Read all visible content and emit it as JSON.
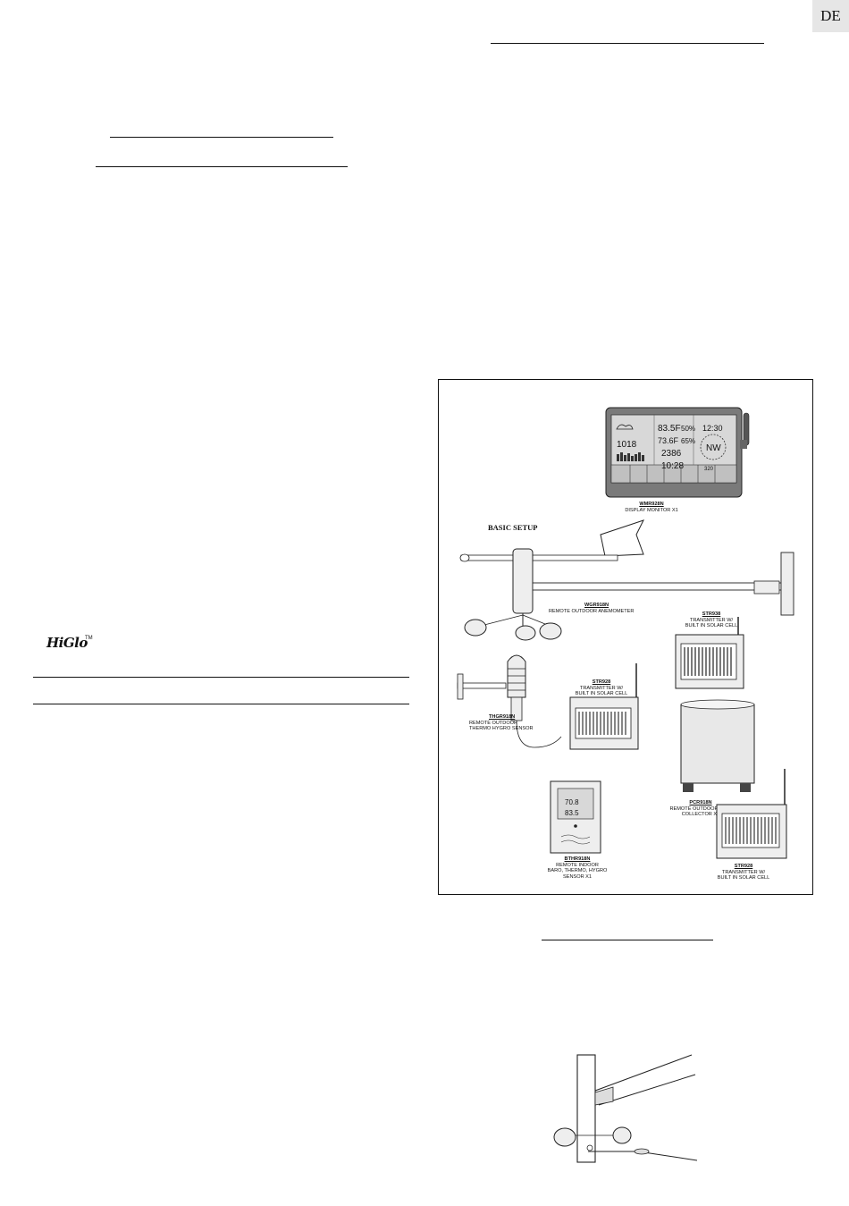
{
  "page": {
    "language_tab": "DE"
  },
  "logo": {
    "text": "HiGlo",
    "trademark": "TM"
  },
  "figure": {
    "heading": "BASIC SETUP",
    "display_monitor": {
      "code": "WMR928N",
      "desc": "DISPLAY MONITOR X1"
    },
    "anemometer": {
      "code": "WGR918N",
      "desc": "REMOTE OUTDOOR ANEMOMETER"
    },
    "transmitter_top": {
      "code": "STR938",
      "line1": "TRANSMITTER W/",
      "line2": "BUILT IN SOLAR CELL"
    },
    "thermo_hygro": {
      "code": "THGR918N",
      "line1": "REMOTE OUTDOOR",
      "line2": "THERMO HYGRO SENSOR"
    },
    "transmitter_mid": {
      "code": "STR928",
      "line1": "TRANSMITTER W/",
      "line2": "BUILT IN SOLAR CELL"
    },
    "rain_collector": {
      "code": "PCR918N",
      "line1": "REMOTE OUTDOOR RAIN",
      "line2": "COLLECTOR x1"
    },
    "indoor_sensor": {
      "code": "BTHR918N",
      "line1": "REMOTE INDOOR",
      "line2": "BARO, THERMO, HYGRO",
      "line3": "SENSOR x1"
    },
    "transmitter_bottom": {
      "code": "STR928",
      "line1": "TRANSMITTER W/",
      "line2": "BUILT IN SOLAR CELL"
    }
  },
  "lcd": {
    "temp_out": "83.5F",
    "humidity_out": "50%",
    "time": "12:30",
    "baro": "1018",
    "temp_in": "73.6F",
    "humidity_in": "65%",
    "direction": "NW",
    "rain": "2386",
    "clock": "10:28",
    "wind": "320",
    "indoor_temp": "70.8",
    "indoor_hum": "83.5"
  }
}
